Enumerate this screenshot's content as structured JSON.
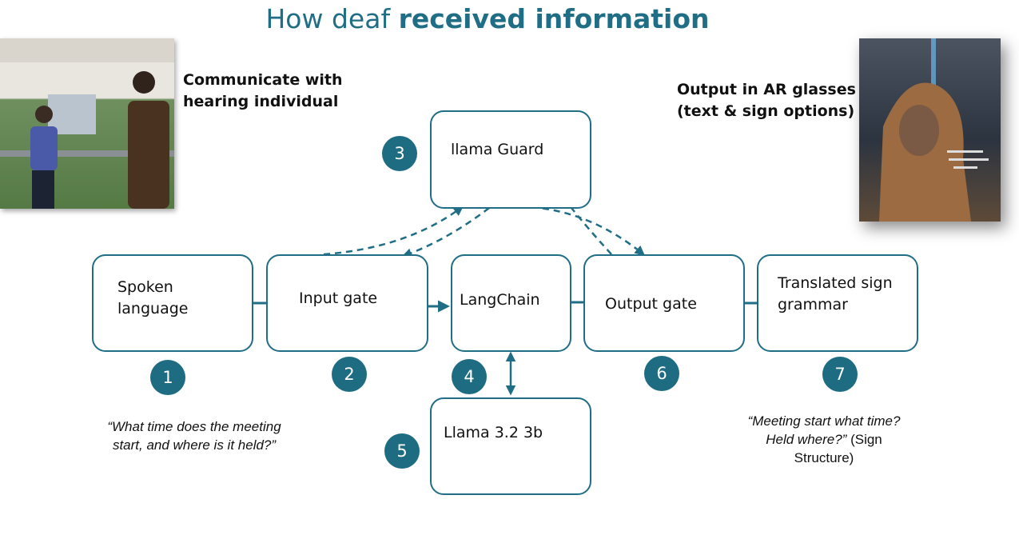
{
  "title": {
    "regular": "How deaf ",
    "bold": "received information"
  },
  "photos": {
    "left_caption": [
      "Communicate with",
      "hearing individual"
    ],
    "right_caption": [
      "Output in AR glasses",
      "(text & sign options)"
    ]
  },
  "nodes": {
    "spoken": [
      "Spoken",
      "language"
    ],
    "input_gate": "Input gate",
    "langchain": "LangChain",
    "output_gate": "Output gate",
    "translated": [
      "Translated sign",
      "grammar"
    ],
    "llama_guard": "llama Guard",
    "llama_model": "Llama 3.2 3b"
  },
  "badges": [
    "1",
    "2",
    "3",
    "4",
    "5",
    "6",
    "7"
  ],
  "quotes": {
    "input": [
      "“What time does the meeting",
      "start, and where is it held?”"
    ],
    "output_italic_1": "“Meeting start what time?",
    "output_italic_2": "Held where?”",
    "output_plain_2": " (Sign",
    "output_plain_3": "Structure)"
  },
  "colors": {
    "accent": "#1f6e86",
    "badge": "#1d6c82"
  }
}
